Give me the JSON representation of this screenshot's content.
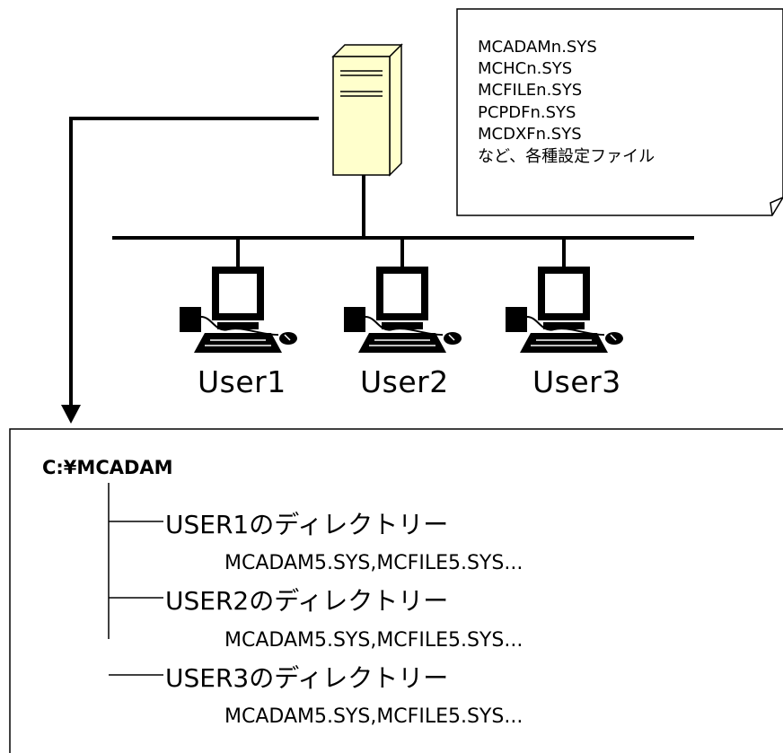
{
  "note": {
    "lines": [
      "MCADAMn.SYS",
      "MCHCn.SYS",
      "MCFILEn.SYS",
      "PCPDFn.SYS",
      "MCDXFn.SYS",
      "など、各種設定ファイル"
    ]
  },
  "clients": [
    {
      "label": "User1"
    },
    {
      "label": "User2"
    },
    {
      "label": "User3"
    }
  ],
  "tree": {
    "root": "C:¥MCADAM",
    "entries": [
      {
        "dir": "USER1のディレクトリー",
        "files": "MCADAM5.SYS,MCFILE5.SYS..."
      },
      {
        "dir": "USER2のディレクトリー",
        "files": "MCADAM5.SYS,MCFILE5.SYS..."
      },
      {
        "dir": "USER3のディレクトリー",
        "files": "MCADAM5.SYS,MCFILE5.SYS..."
      }
    ]
  },
  "colors": {
    "server_fill": "#FFFFCC",
    "line": "#000000",
    "background": "#FFFFFF"
  },
  "icons": {
    "server": "server-tower-icon",
    "client": "desktop-computer-icon"
  }
}
